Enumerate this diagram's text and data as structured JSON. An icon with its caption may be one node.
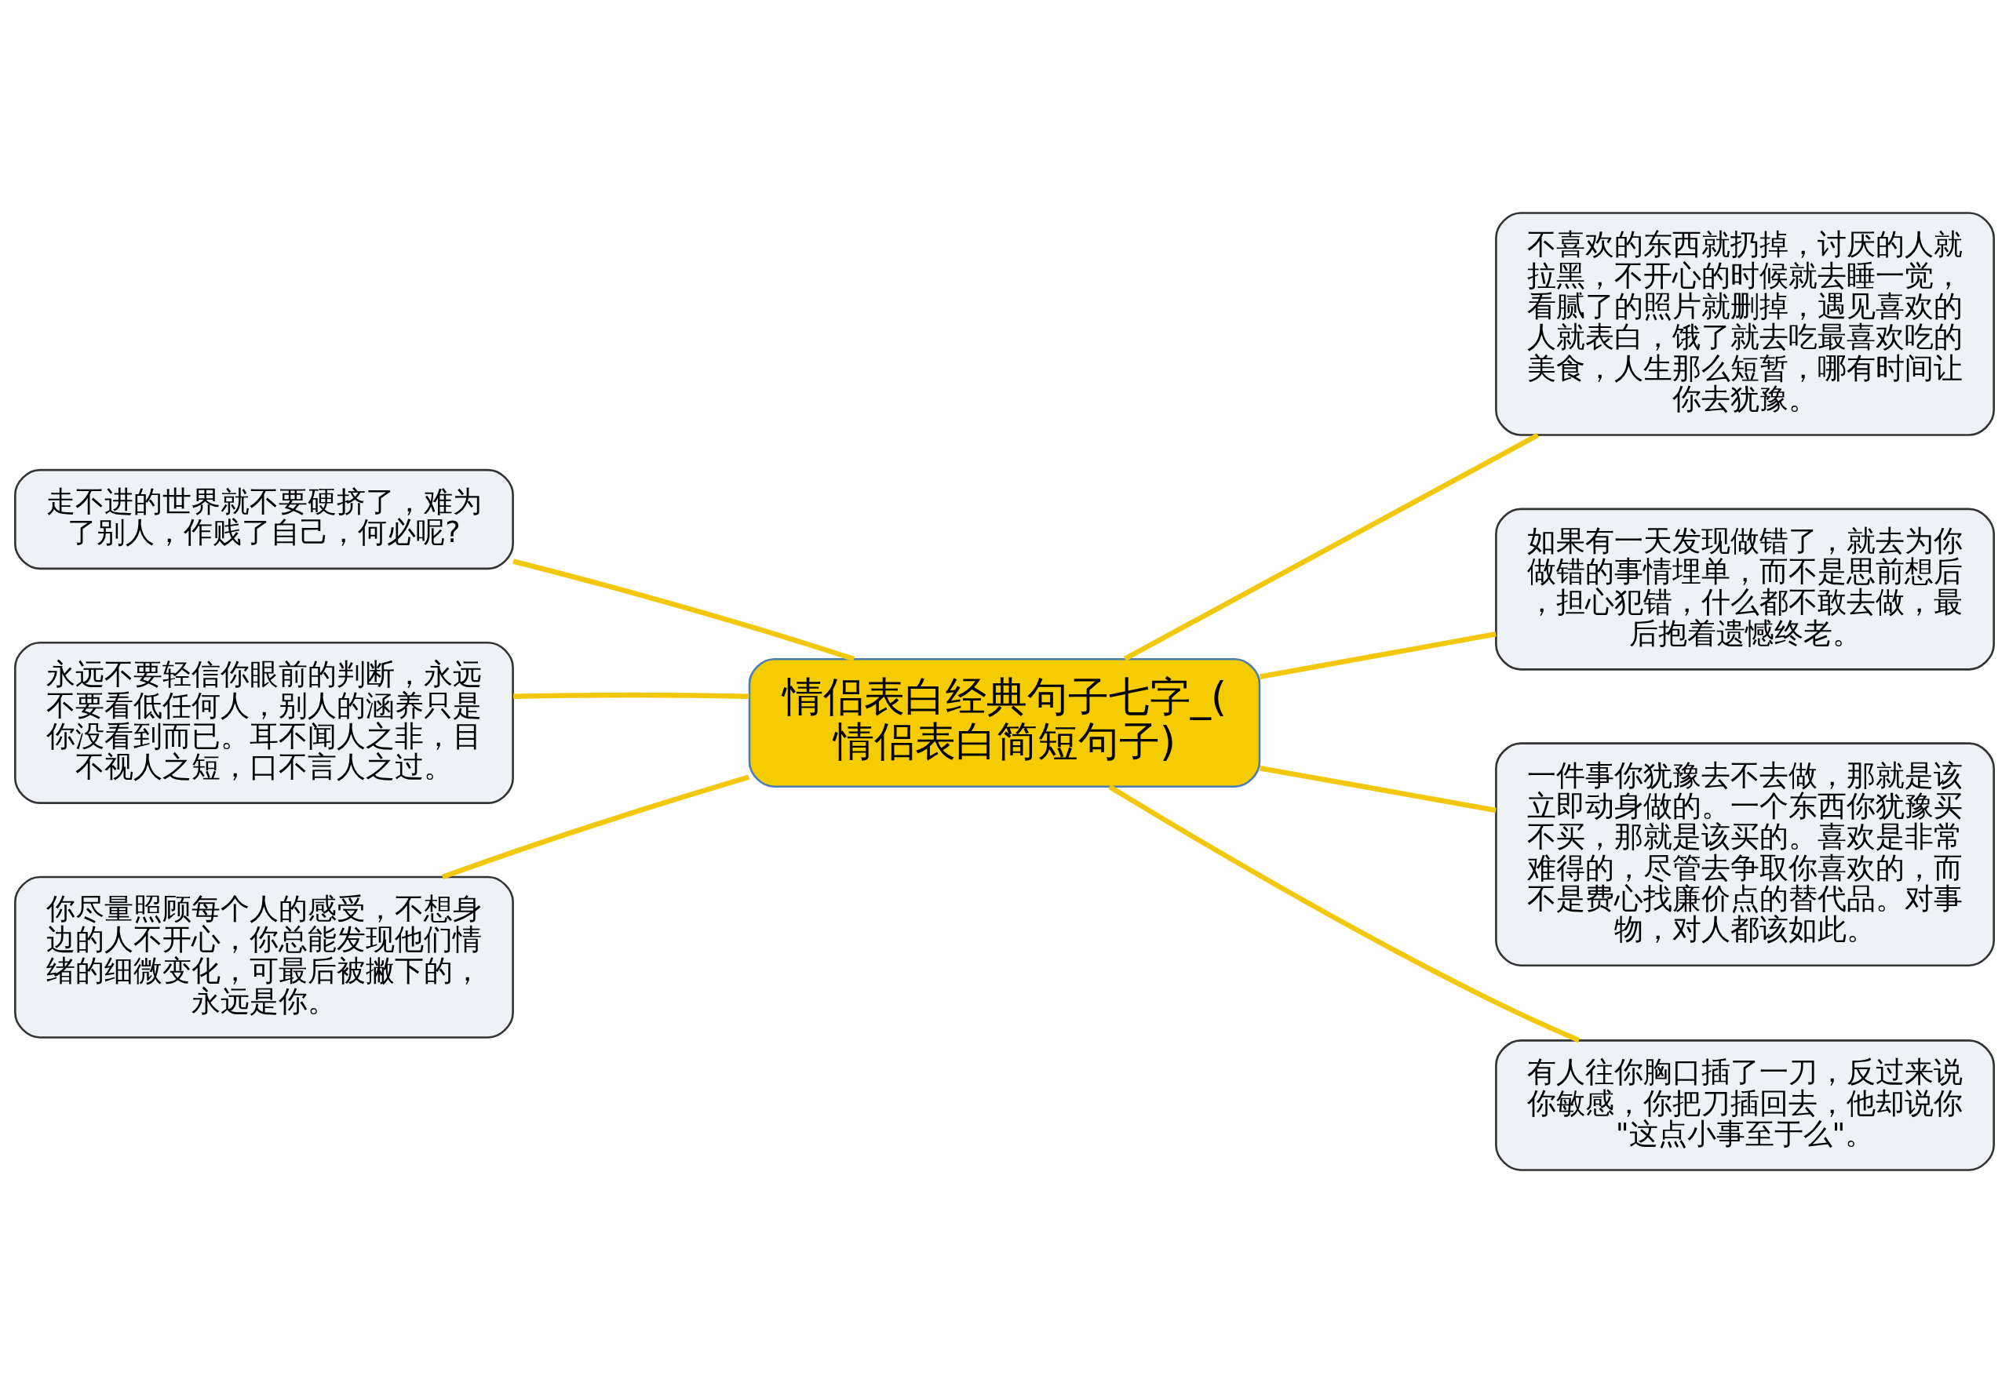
{
  "diagram": {
    "nodes": [
      {
        "text": [
          "情侣表白经典句子七字_(情侣表白简短句子)"
        ]
      },
      {
        "text": [
          "走不进的世界就不要硬挤了，难为了别人，作贱了自己，何必呢?"
        ]
      },
      {
        "text": [
          "永远不要轻信你眼前的判断，永远不要看低任何人，别人的涵养只是你没看到而已。耳不闻人之非，目不视人之短，口不言人之过。"
        ]
      },
      {
        "text": [
          "你尽量照顾每个人的感受，不想身边的人不开心，你总能发现他们情绪的细微变化，可最后被撇下的，永远是你。"
        ]
      },
      {
        "text": [
          "不喜欢的东西就扔掉，讨厌的人就拉黑，不开心的时候就去睡一觉，看腻了的照片就删掉，遇见喜欢的人就表白，饿了就去吃最喜欢吃的美食，人生那么短暂，哪有时间让你去犹豫。"
        ]
      },
      {
        "text": [
          "如果有一天发现做错了，就去为你做错的事情埋单，而不是思前想后，担心犯错，什么都不敢去做，最后抱着遗憾终老。"
        ]
      },
      {
        "text": [
          "一件事你犹豫去不去做，那就是该立即动身做的。一个东西你犹豫买不买，那就是该买的。喜欢是非常难得的，尽管去争取你喜欢的，而不是费心找廉价点的替代品。对事物，对人都该如此。"
        ]
      },
      {
        "text": [
          "有人往你胸口插了一刀，反过来说你敏感，你把刀插回去，他却说你\"这点小事至于么\"。"
        ]
      }
    ],
    "edges": [
      {
        "from": 0,
        "to": 1,
        "arrow": "none"
      },
      {
        "from": 0,
        "to": 2,
        "arrow": "none"
      },
      {
        "from": 0,
        "to": 3,
        "arrow": "none"
      },
      {
        "from": 0,
        "to": 4,
        "arrow": "none"
      },
      {
        "from": 0,
        "to": 5,
        "arrow": "none"
      },
      {
        "from": 0,
        "to": 6,
        "arrow": "none"
      },
      {
        "from": 0,
        "to": 7,
        "arrow": "none"
      }
    ]
  }
}
